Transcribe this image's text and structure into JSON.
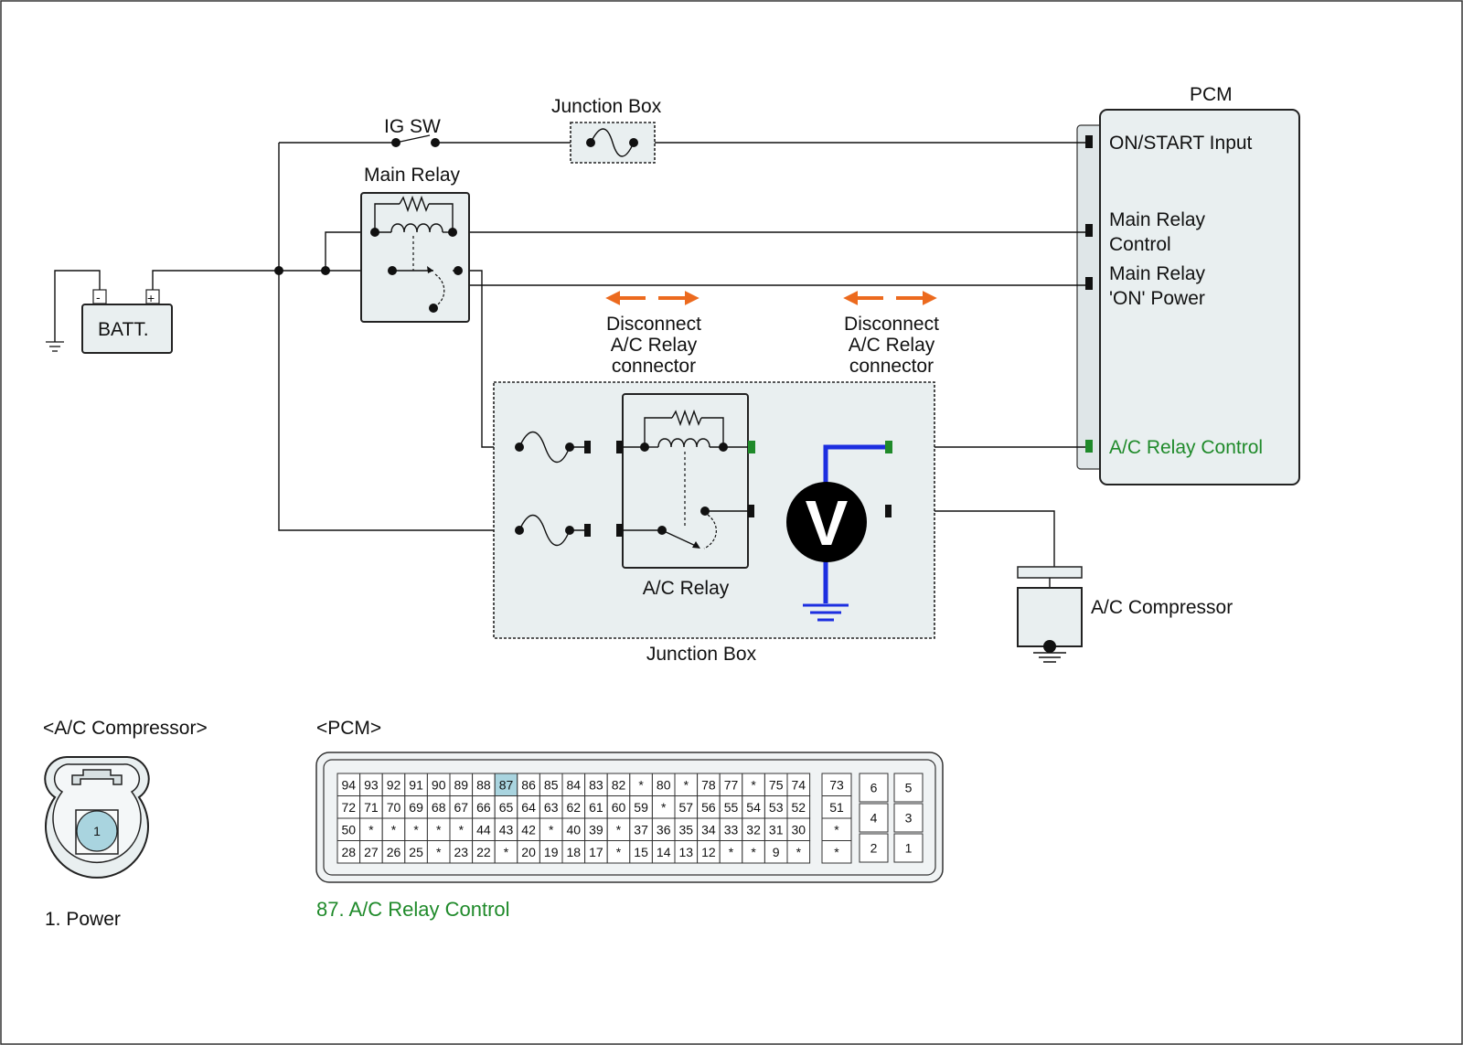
{
  "labels": {
    "ig_sw": "IG SW",
    "junction_box_top": "Junction Box",
    "main_relay": "Main Relay",
    "batt": "BATT.",
    "batt_minus": "-",
    "batt_plus": "+",
    "pcm": "PCM",
    "pcm_on_start": "ON/START Input",
    "pcm_main_relay_control_1": "Main Relay",
    "pcm_main_relay_control_2": "Control",
    "pcm_main_relay_on_1": "Main Relay",
    "pcm_main_relay_on_2": "'ON' Power",
    "pcm_ac_relay_control": "A/C Relay Control",
    "disconnect_1": "Disconnect",
    "disconnect_2": "A/C Relay",
    "disconnect_3": "connector",
    "ac_relay": "A/C Relay",
    "junction_box_bottom": "Junction Box",
    "voltmeter": "V",
    "ac_compressor": "A/C Compressor"
  },
  "compressor_connector": {
    "title": "<A/C Compressor>",
    "pin": "1",
    "legend": "1. Power"
  },
  "pcm_connector": {
    "title": "<PCM>",
    "highlight_pin": "87",
    "legend": "87. A/C Relay Control",
    "rows": [
      [
        "94",
        "93",
        "92",
        "91",
        "90",
        "89",
        "88",
        "87",
        "86",
        "85",
        "84",
        "83",
        "82",
        "*",
        "80",
        "*",
        "78",
        "77",
        "*",
        "75",
        "74"
      ],
      [
        "72",
        "71",
        "70",
        "69",
        "68",
        "67",
        "66",
        "65",
        "64",
        "63",
        "62",
        "61",
        "60",
        "59",
        "*",
        "57",
        "56",
        "55",
        "54",
        "53",
        "52"
      ],
      [
        "50",
        "*",
        "*",
        "*",
        "*",
        "*",
        "44",
        "43",
        "42",
        "*",
        "40",
        "39",
        "*",
        "37",
        "36",
        "35",
        "34",
        "33",
        "32",
        "31",
        "30"
      ],
      [
        "28",
        "27",
        "26",
        "25",
        "*",
        "23",
        "22",
        "*",
        "20",
        "19",
        "18",
        "17",
        "*",
        "15",
        "14",
        "13",
        "12",
        "*",
        "*",
        "9",
        "*"
      ]
    ],
    "side_column": [
      "73",
      "51",
      "*",
      "*"
    ],
    "right_block": [
      [
        "6",
        "5"
      ],
      [
        "4",
        "3"
      ],
      [
        "2",
        "1"
      ]
    ]
  },
  "colors": {
    "highlight_green": "#1f8a2a",
    "arrow_orange": "#ec6a1e",
    "meter_blue": "#1c2ee0",
    "pin_highlight": "#a9d4df"
  }
}
